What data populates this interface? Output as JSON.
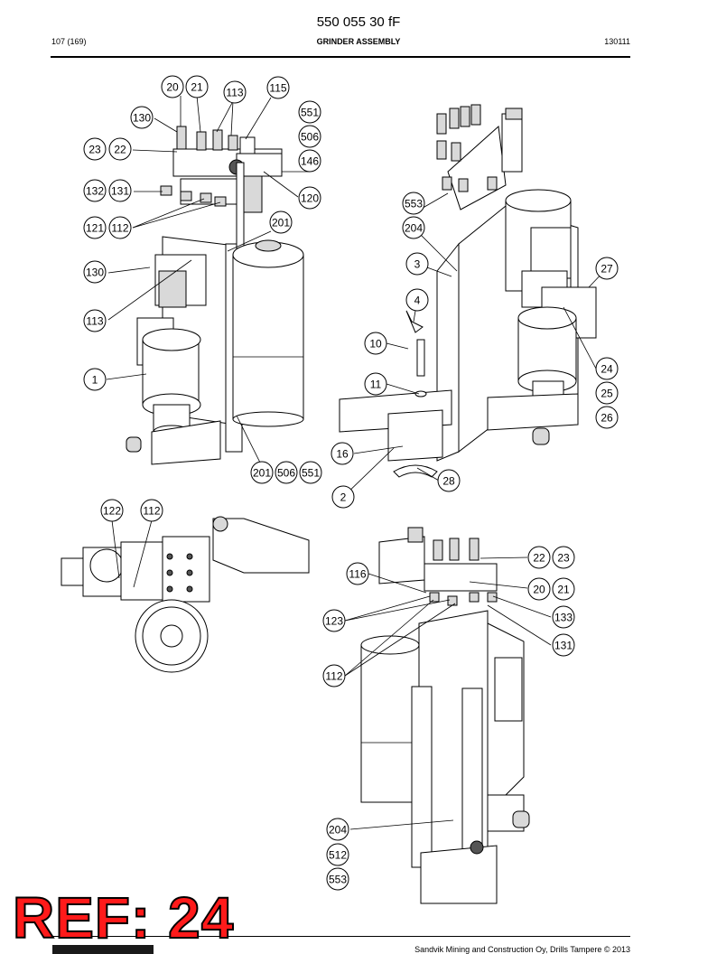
{
  "header": {
    "doc_number": "550 055 30 fF",
    "page_ref": "107 (169)",
    "section_title": "GRINDER ASSEMBLY",
    "date_code": "130111"
  },
  "footer": {
    "copyright": "Sandvik Mining and Construction Oy, Drills Tampere © 2013"
  },
  "overlay": {
    "ref_label": "REF: 24"
  },
  "callouts": {
    "view1": [
      "20",
      "21",
      "113",
      "115",
      "130",
      "551",
      "506",
      "23",
      "22",
      "146",
      "132",
      "131",
      "120",
      "121",
      "112",
      "201",
      "130",
      "113",
      "1",
      "201",
      "506",
      "551"
    ],
    "view2": [
      "553",
      "204",
      "3",
      "27",
      "4",
      "10",
      "24",
      "11",
      "25",
      "26",
      "16",
      "28",
      "2"
    ],
    "view3": [
      "122",
      "112"
    ],
    "view4": [
      "22",
      "23",
      "116",
      "20",
      "21",
      "123",
      "133",
      "131",
      "112",
      "204",
      "512",
      "553"
    ]
  }
}
